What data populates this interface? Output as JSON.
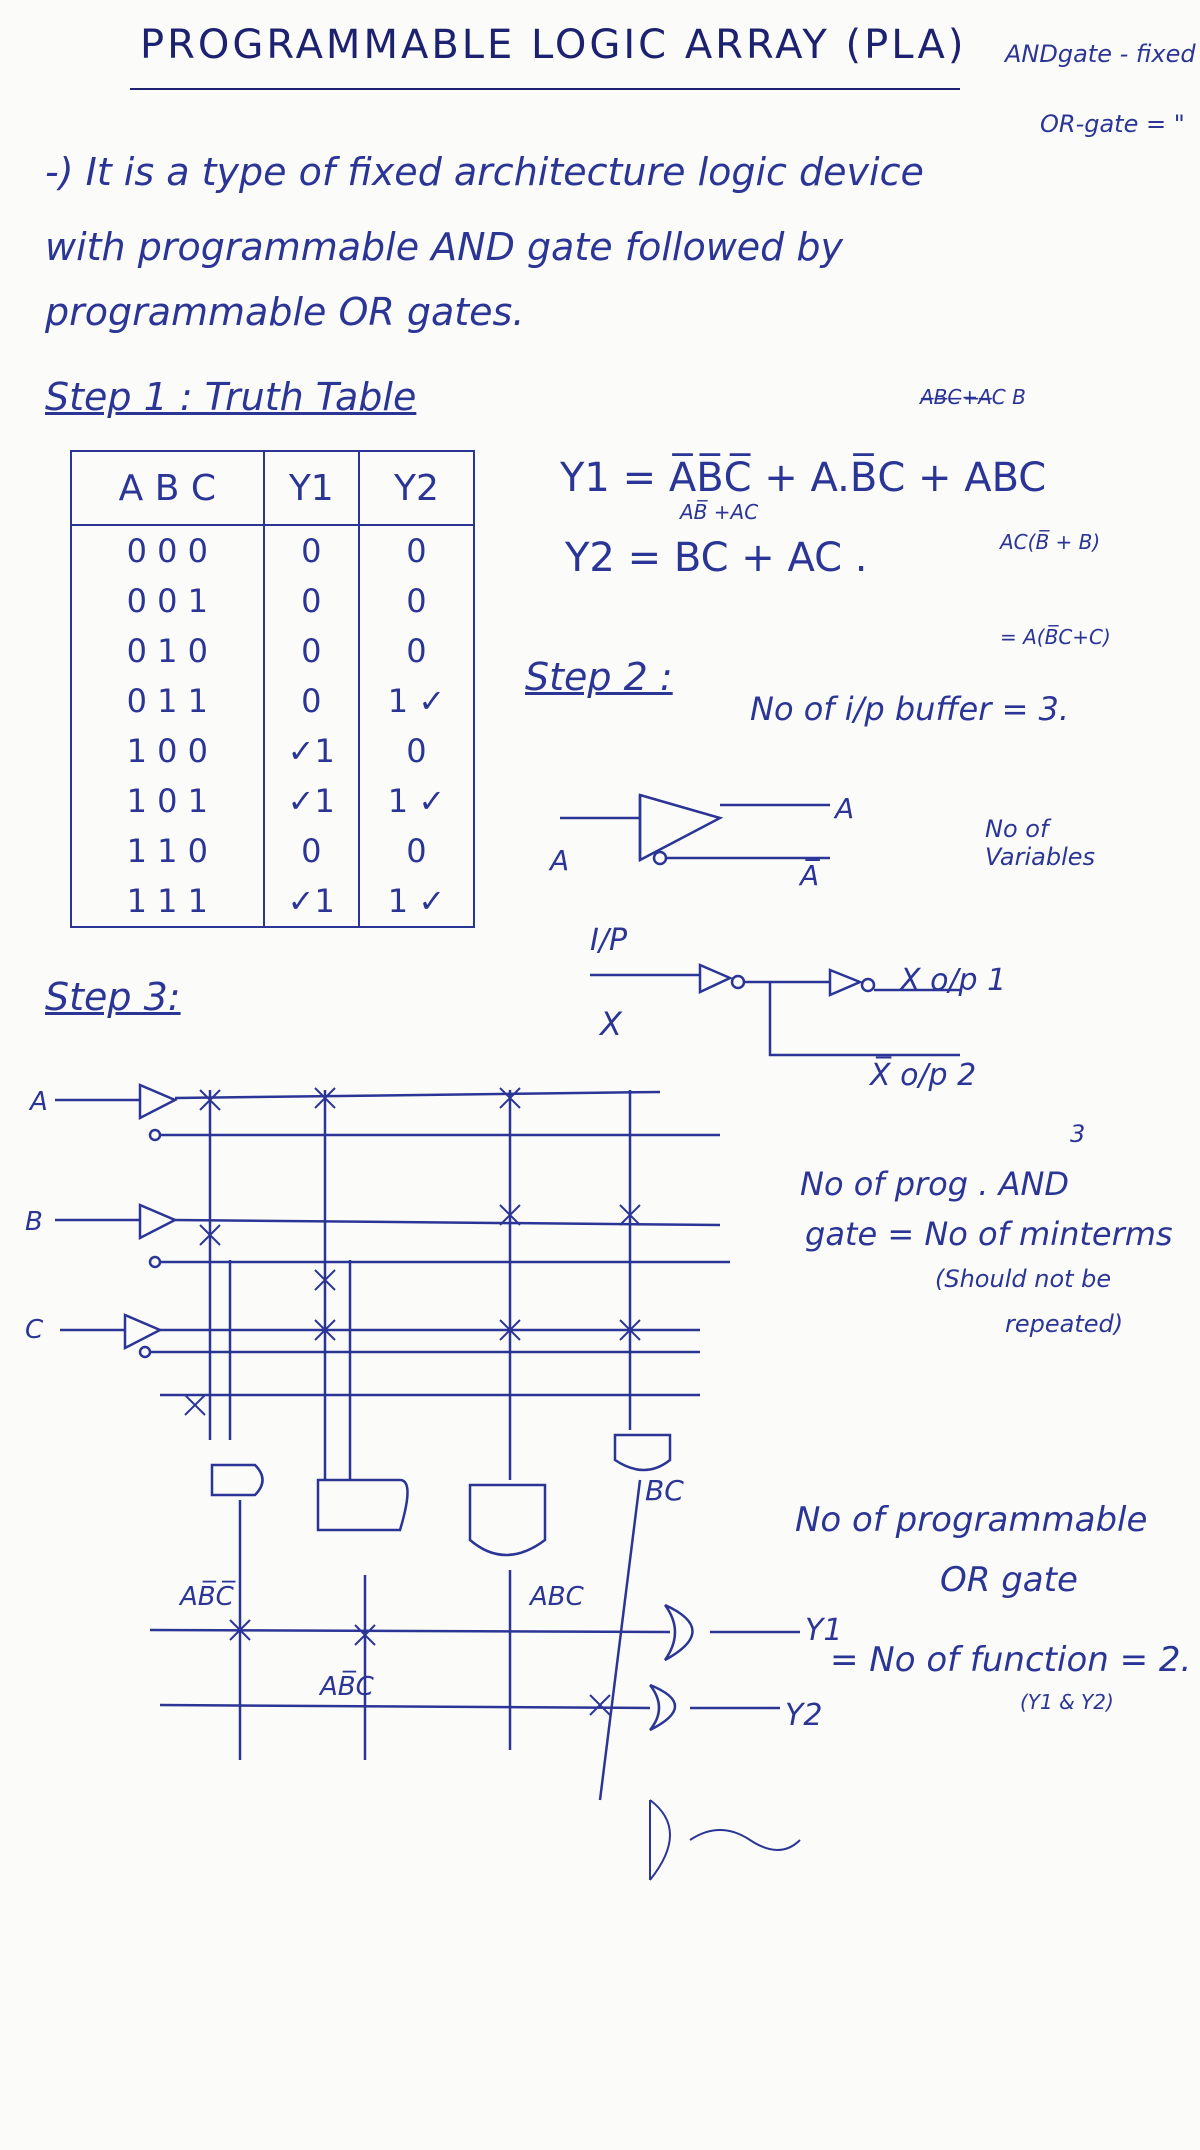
{
  "title": "PROGRAMMABLE LOGIC ARRAY (PLA)",
  "side_note": {
    "line1": "ANDgate - fixed",
    "line2": "OR-gate = \""
  },
  "definition": {
    "line1": "-) It is a type of fixed architecture logic device",
    "line2": "with programmable AND gate followed by",
    "line3": "programmable OR gates."
  },
  "step1": {
    "heading": "Step 1 : Truth Table",
    "headers": [
      "A B C",
      "Y1",
      "Y2"
    ],
    "rows": [
      [
        "0 0 0",
        "0",
        "0",
        ""
      ],
      [
        "0 0 1",
        "0",
        "0",
        ""
      ],
      [
        "0 1 0",
        "0",
        "0",
        ""
      ],
      [
        "0 1 1",
        "0",
        "1 ✓",
        ""
      ],
      [
        "1 0 0",
        "✓1",
        "0",
        ""
      ],
      [
        "1 0 1",
        "✓1",
        "1 ✓",
        ""
      ],
      [
        "1 1 0",
        "0",
        "0",
        ""
      ],
      [
        "1 1 1",
        "✓1",
        "1 ✓",
        ""
      ]
    ]
  },
  "equations": {
    "y1": "Y1 = A̅B̅C̅ + A.B̅C + ABC",
    "y2": "Y2 = BC + AC .",
    "y2_note": "AB̅ +AC",
    "scratch1": "A̶B̶C̶+̶A̶C B",
    "scratch2": "AC(B̅ + B)",
    "scratch3": "= A(B̅C+C)"
  },
  "step2": {
    "heading": "Step 2 :",
    "buffer_count": "No of i/p buffer = 3.",
    "variables_note": "No of Variables",
    "buffer_in": "A",
    "buffer_out": "A",
    "buffer_out_bar": "A̅",
    "ip_label": "I/P",
    "ip_var": "X",
    "op1": "X  o/p 1",
    "op2": "X̅  o/p 2"
  },
  "step3": {
    "heading": "Step 3:",
    "inputs": [
      "A",
      "B",
      "C"
    ],
    "and_terms": [
      "AB̅C̅",
      "AB̅C",
      "ABC",
      "BC"
    ],
    "outputs": [
      "Y1",
      "Y2"
    ]
  },
  "notes": {
    "and_count_line1": "No of prog . AND",
    "and_count_arrow": "3",
    "and_count_line2": "gate = No of minterms",
    "and_count_line3": "(Should not be",
    "and_count_line4": "repeated)",
    "or_count_line1": "No of programmable",
    "or_count_line2": "OR gate",
    "or_count_line3": "= No of function = 2.",
    "or_count_line4": "(Y1 & Y2)"
  }
}
